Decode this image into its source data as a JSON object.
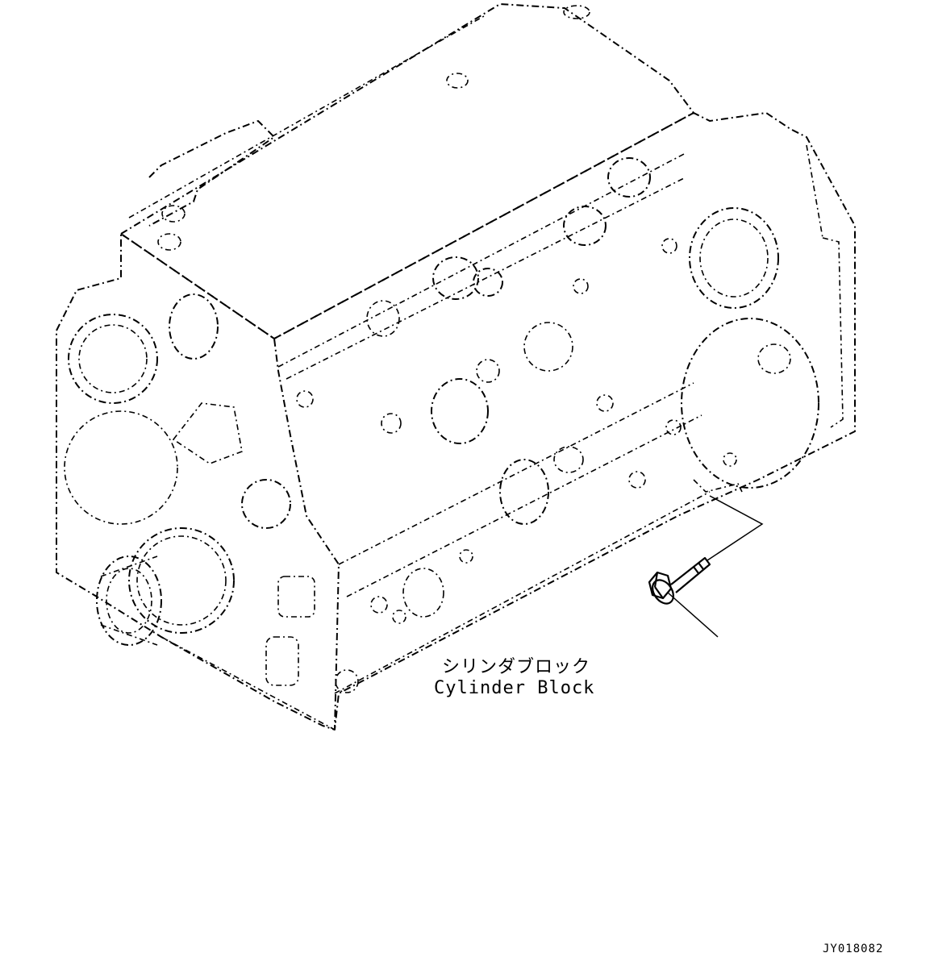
{
  "labels": {
    "part_jp": "シリンダブロック",
    "part_en": "Cylinder Block"
  },
  "drawing_code": "JY018082",
  "colors": {
    "line": "#000000",
    "background": "#ffffff"
  },
  "icons": [
    "flange-bolt-icon"
  ]
}
